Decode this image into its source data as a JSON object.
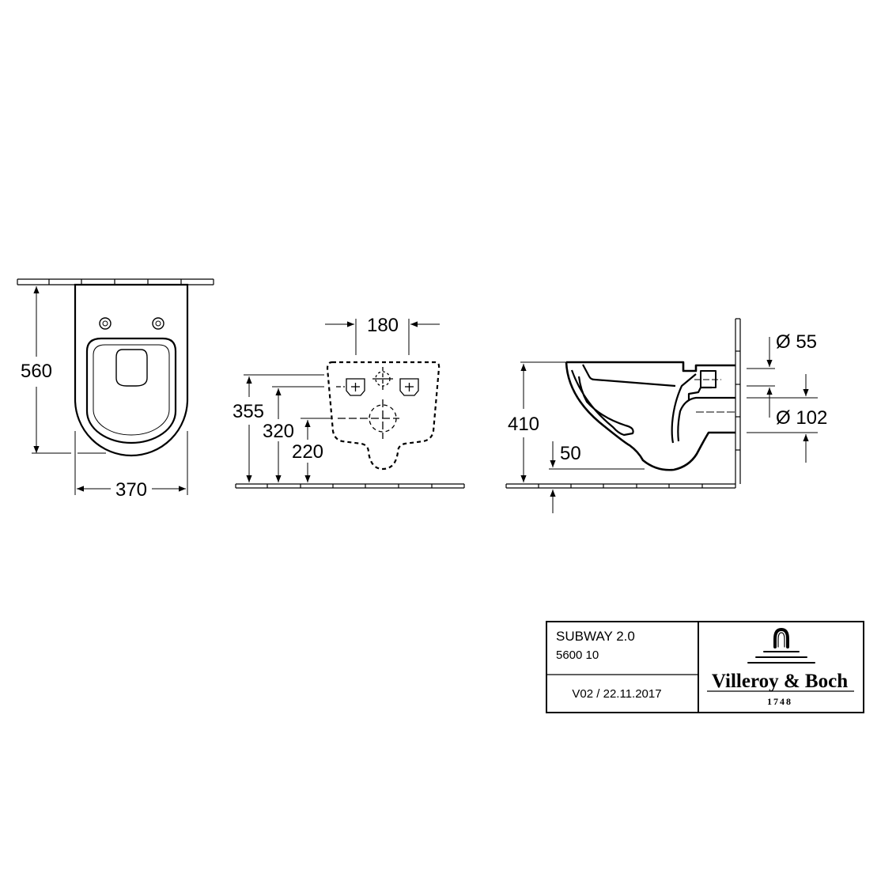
{
  "drawing": {
    "front_view": {
      "height_label": "560",
      "width_label": "370"
    },
    "rear_view": {
      "spacing_label": "180",
      "height_355": "355",
      "height_320": "320",
      "height_220": "220"
    },
    "side_view": {
      "height_label": "410",
      "outlet_height_label": "50",
      "inlet_diameter_label": "Ø 55",
      "outlet_diameter_label": "Ø 102"
    }
  },
  "title_block": {
    "product_name": "SUBWAY 2.0",
    "article_number": "5600 10",
    "version": "V02 / 22.11.2017",
    "brand_name": "Villeroy & Boch",
    "brand_year": "1748"
  }
}
